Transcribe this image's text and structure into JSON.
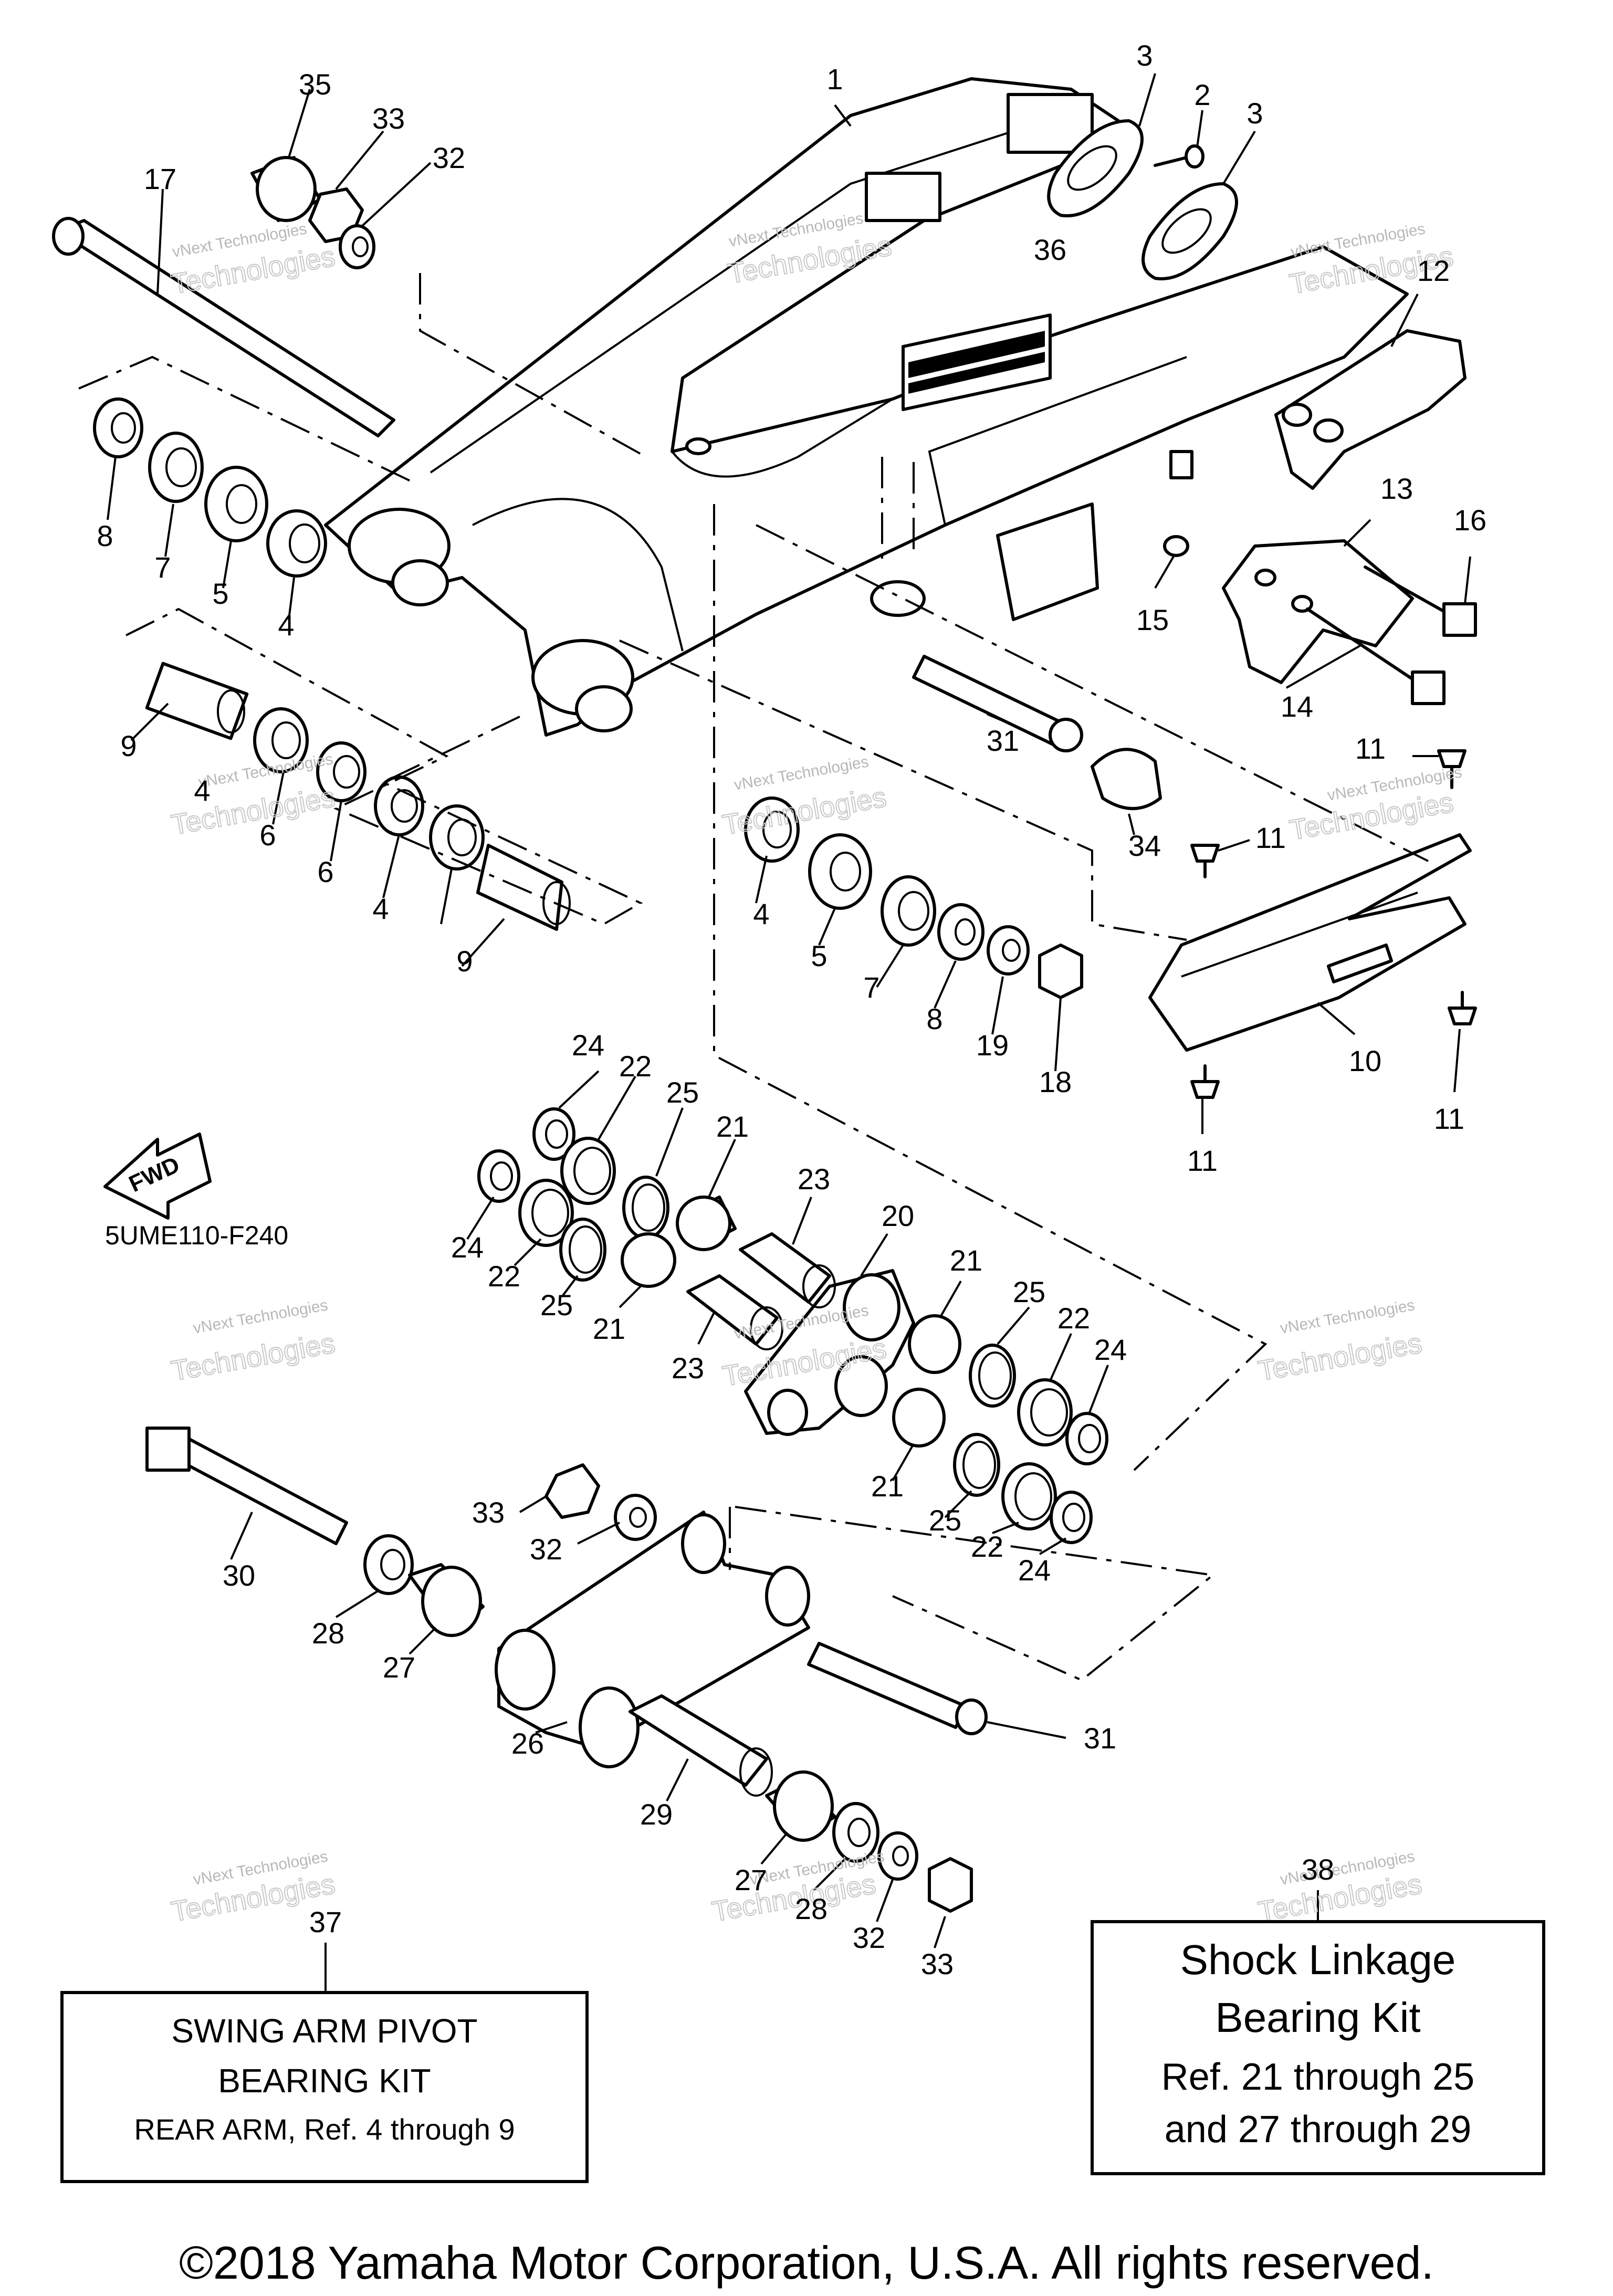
{
  "callouts": {
    "c1": "1",
    "c2": "2",
    "c3a": "3",
    "c3b": "3",
    "c4a": "4",
    "c4b": "4",
    "c4c": "4",
    "c4d": "4",
    "c5a": "5",
    "c5b": "5",
    "c6a": "6",
    "c6b": "6",
    "c7a": "7",
    "c7b": "7",
    "c8a": "8",
    "c8b": "8",
    "c9a": "9",
    "c9b": "9",
    "c10": "10",
    "c11a": "11",
    "c11b": "11",
    "c11c": "11",
    "c11d": "11",
    "c12": "12",
    "c13": "13",
    "c14": "14",
    "c15": "15",
    "c16": "16",
    "c17": "17",
    "c18": "18",
    "c19": "19",
    "c20": "20",
    "c21a": "21",
    "c21b": "21",
    "c21c": "21",
    "c21d": "21",
    "c22a": "22",
    "c22b": "22",
    "c22c": "22",
    "c22d": "22",
    "c23a": "23",
    "c23b": "23",
    "c24a": "24",
    "c24b": "24",
    "c24c": "24",
    "c24d": "24",
    "c25a": "25",
    "c25b": "25",
    "c25c": "25",
    "c25d": "25",
    "c26": "26",
    "c27a": "27",
    "c27b": "27",
    "c28a": "28",
    "c28b": "28",
    "c29": "29",
    "c30": "30",
    "c31a": "31",
    "c31b": "31",
    "c32a": "32",
    "c32b": "32",
    "c32c": "32",
    "c33a": "33",
    "c33b": "33",
    "c33c": "33",
    "c34": "34",
    "c35": "35",
    "c36": "36",
    "c37": "37",
    "c38": "38"
  },
  "fwd_label": "FWD",
  "diagram_code": "5UME110-F240",
  "kit_swing_arm": {
    "line1": "SWING ARM PIVOT",
    "line2": "BEARING KIT",
    "line3": "REAR ARM, Ref. 4 through 9"
  },
  "kit_shock_linkage": {
    "line1": "Shock Linkage",
    "line2": "Bearing Kit",
    "line3": "Ref. 21 through 25",
    "line4": "and 27 through 29"
  },
  "watermark": {
    "line1": "vNext Technologies",
    "line2": "Technologies"
  },
  "copyright": "©2018 Yamaha Motor Corporation, U.S.A. All rights reserved."
}
